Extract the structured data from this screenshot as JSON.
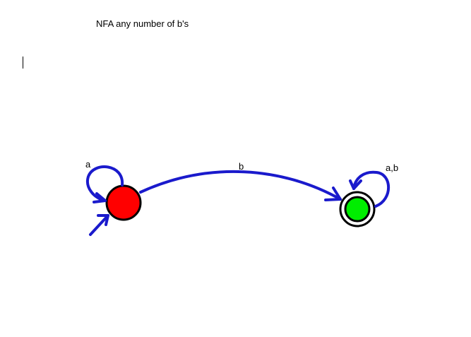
{
  "title": "NFA any number of b's",
  "colors": {
    "edge": "#1a1acc",
    "start_state_fill": "#ff0000",
    "accept_state_fill": "#00ee00",
    "state_stroke": "#000000"
  },
  "states": [
    {
      "id": "q0",
      "role": "start",
      "accepting": false
    },
    {
      "id": "q1",
      "role": "accept",
      "accepting": true
    }
  ],
  "transitions": [
    {
      "from": "q0",
      "to": "q0",
      "label": "a"
    },
    {
      "from": "q0",
      "to": "q1",
      "label": "b"
    },
    {
      "from": "q1",
      "to": "q1",
      "label": "a,b"
    }
  ]
}
